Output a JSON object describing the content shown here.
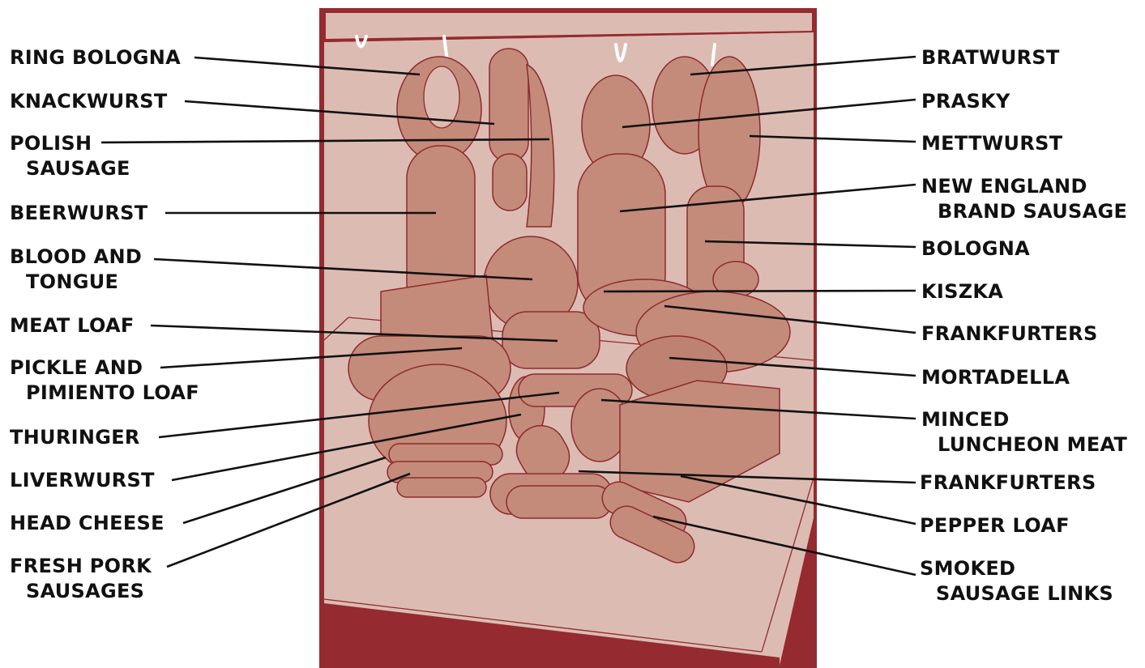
{
  "colors": {
    "case_frame": "#952a30",
    "case_interior": "#dcbcb2",
    "meat_fill": "#c48b7a",
    "meat_outline": "#8e2a2e",
    "hook": "#ffffff",
    "leader_line": "#111111"
  },
  "labels_left": [
    {
      "id": "ring-bologna",
      "lines": [
        "RING BOLOGNA"
      ]
    },
    {
      "id": "knackwurst",
      "lines": [
        "KNACKWURST"
      ]
    },
    {
      "id": "polish-sausage",
      "lines": [
        "POLISH",
        "SAUSAGE"
      ]
    },
    {
      "id": "beerwurst",
      "lines": [
        "BEERWURST"
      ]
    },
    {
      "id": "blood-and-tongue",
      "lines": [
        "BLOOD AND",
        "TONGUE"
      ]
    },
    {
      "id": "meat-loaf",
      "lines": [
        "MEAT LOAF"
      ]
    },
    {
      "id": "pickle-and-pimiento-loaf",
      "lines": [
        "PICKLE AND",
        "PIMIENTO LOAF"
      ]
    },
    {
      "id": "thuringer",
      "lines": [
        "THURINGER"
      ]
    },
    {
      "id": "liverwurst",
      "lines": [
        "LIVERWURST"
      ]
    },
    {
      "id": "head-cheese",
      "lines": [
        "HEAD CHEESE"
      ]
    },
    {
      "id": "fresh-pork-sausages",
      "lines": [
        "FRESH PORK",
        "SAUSAGES"
      ]
    }
  ],
  "labels_right": [
    {
      "id": "bratwurst",
      "lines": [
        "BRATWURST"
      ]
    },
    {
      "id": "prasky",
      "lines": [
        "PRASKY"
      ]
    },
    {
      "id": "mettwurst",
      "lines": [
        "METTWURST"
      ]
    },
    {
      "id": "new-england-brand-sausage",
      "lines": [
        "NEW ENGLAND",
        "BRAND SAUSAGE"
      ]
    },
    {
      "id": "bologna",
      "lines": [
        "BOLOGNA"
      ]
    },
    {
      "id": "kiszka",
      "lines": [
        "KISZKA"
      ]
    },
    {
      "id": "frankfurters-upper",
      "lines": [
        "FRANKFURTERS"
      ]
    },
    {
      "id": "mortadella",
      "lines": [
        "MORTADELLA"
      ]
    },
    {
      "id": "minced-luncheon-meat",
      "lines": [
        "MINCED",
        "LUNCHEON MEAT"
      ]
    },
    {
      "id": "frankfurters-lower",
      "lines": [
        "FRANKFURTERS"
      ]
    },
    {
      "id": "pepper-loaf",
      "lines": [
        "PEPPER LOAF"
      ]
    },
    {
      "id": "smoked-sausage-links",
      "lines": [
        "SMOKED",
        "SAUSAGE LINKS"
      ]
    }
  ]
}
